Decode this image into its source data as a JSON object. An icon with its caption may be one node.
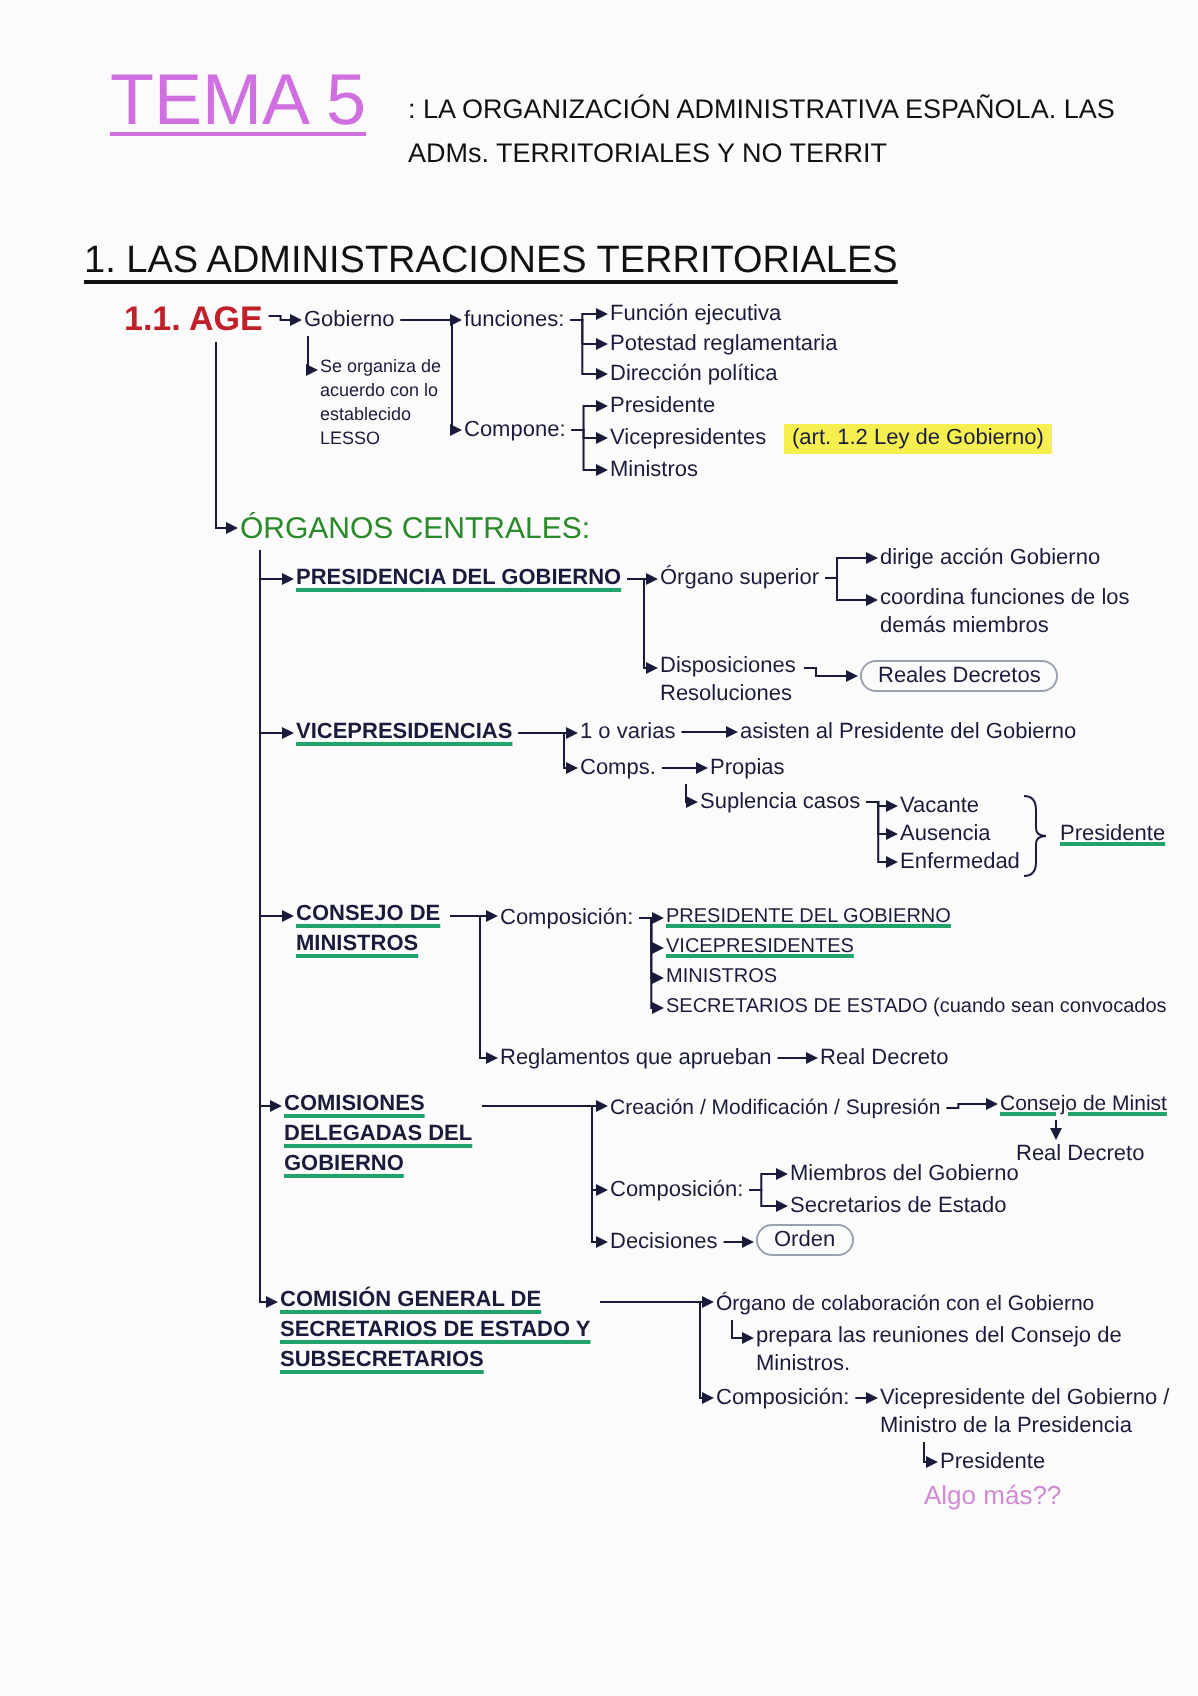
{
  "diagram": {
    "title": "TEMA 5",
    "nodes": [
      {
        "text": [
          "1.1. AGE"
        ]
      },
      {
        "text": [
          "Gobierno"
        ]
      },
      {
        "text": [
          "Se organiza de acuerdo con lo establecido LESSO"
        ]
      },
      {
        "text": [
          "funciones:"
        ]
      },
      {
        "text": [
          "Función ejecutiva"
        ]
      },
      {
        "text": [
          "Potestad reglamentaria"
        ]
      },
      {
        "text": [
          "Dirección política"
        ]
      },
      {
        "text": [
          "Compone:"
        ]
      },
      {
        "text": [
          "Presidente"
        ]
      },
      {
        "text": [
          "Vicepresidentes"
        ]
      },
      {
        "text": [
          "Ministros"
        ]
      },
      {
        "text": [
          "ÓRGANOS CENTRALES:"
        ]
      },
      {
        "text": [
          "PRESIDENCIA DEL GOBIERNO"
        ]
      },
      {
        "text": [
          "Órgano superior"
        ]
      },
      {
        "text": [
          "dirige acción Gobierno"
        ]
      },
      {
        "text": [
          "coordina funciones de los demás miembros"
        ]
      },
      {
        "text": [
          "Disposiciones Resoluciones"
        ]
      },
      {
        "text": [
          "Reales Decretos"
        ]
      },
      {
        "text": [
          "VICEPRESIDENCIAS"
        ]
      },
      {
        "text": [
          "1 o varias"
        ]
      },
      {
        "text": [
          "asisten al Presidente del Gobierno"
        ]
      },
      {
        "text": [
          "Comps."
        ]
      },
      {
        "text": [
          "Propias"
        ]
      },
      {
        "text": [
          "Suplencia casos"
        ]
      },
      {
        "text": [
          "Vacante"
        ]
      },
      {
        "text": [
          "Ausencia"
        ]
      },
      {
        "text": [
          "Enfermedad"
        ]
      },
      {
        "text": [
          "Presidente"
        ]
      },
      {
        "text": [
          "CONSEJO DE MINISTROS"
        ]
      },
      {
        "text": [
          "Composición:"
        ]
      },
      {
        "text": [
          "PRESIDENTE DEL GOBIERNO"
        ]
      },
      {
        "text": [
          "VICEPRESIDENTES"
        ]
      },
      {
        "text": [
          "MINISTROS"
        ]
      },
      {
        "text": [
          "SECRETARIOS DE ESTADO (cuando sean convocados"
        ]
      },
      {
        "text": [
          "Reglamentos que aprueban"
        ]
      },
      {
        "text": [
          "Real Decreto"
        ]
      },
      {
        "text": [
          "COMISIONES DELEGADAS DEL GOBIERNO"
        ]
      },
      {
        "text": [
          "Creación / Modificación / Supresión"
        ]
      },
      {
        "text": [
          "Consejo de Minist"
        ]
      },
      {
        "text": [
          "Real Decreto"
        ]
      },
      {
        "text": [
          "Composición:"
        ]
      },
      {
        "text": [
          "Miembros del Gobierno"
        ]
      },
      {
        "text": [
          "Secretarios de Estado"
        ]
      },
      {
        "text": [
          "Decisiones"
        ]
      },
      {
        "text": [
          "Orden"
        ]
      },
      {
        "text": [
          "COMISIÓN GENERAL DE SECRETARIOS DE ESTADO Y SUBSECRETARIOS"
        ]
      },
      {
        "text": [
          "Órgano de colaboración con el Gobierno"
        ]
      },
      {
        "text": [
          "prepara las reuniones del Consejo de Ministros."
        ]
      },
      {
        "text": [
          "Composición:"
        ]
      },
      {
        "text": [
          "Vicepresidente del Gobierno / Ministro de la Presidencia"
        ]
      },
      {
        "text": [
          "Presidente"
        ]
      }
    ],
    "edges": [
      {
        "from": 0,
        "to": 1,
        "arrow": "to"
      },
      {
        "from": 1,
        "to": 2,
        "arrow": "to"
      },
      {
        "from": 1,
        "to": 3,
        "arrow": "to"
      },
      {
        "from": 1,
        "to": 7,
        "arrow": "to"
      },
      {
        "from": 3,
        "to": 4,
        "arrow": "to"
      },
      {
        "from": 3,
        "to": 5,
        "arrow": "to"
      },
      {
        "from": 3,
        "to": 6,
        "arrow": "to"
      },
      {
        "from": 7,
        "to": 8,
        "arrow": "to"
      },
      {
        "from": 7,
        "to": 9,
        "arrow": "to"
      },
      {
        "from": 7,
        "to": 10,
        "arrow": "to"
      },
      {
        "from": 0,
        "to": 11,
        "arrow": "to"
      },
      {
        "from": 11,
        "to": 12,
        "arrow": "to"
      },
      {
        "from": 11,
        "to": 18,
        "arrow": "to"
      },
      {
        "from": 11,
        "to": 28,
        "arrow": "to"
      },
      {
        "from": 11,
        "to": 36,
        "arrow": "to"
      },
      {
        "from": 11,
        "to": 45,
        "arrow": "to"
      },
      {
        "from": 12,
        "to": 13,
        "arrow": "to"
      },
      {
        "from": 12,
        "to": 16,
        "arrow": "to"
      },
      {
        "from": 13,
        "to": 14,
        "arrow": "to"
      },
      {
        "from": 13,
        "to": 15,
        "arrow": "to"
      },
      {
        "from": 16,
        "to": 17,
        "arrow": "to"
      },
      {
        "from": 18,
        "to": 19,
        "arrow": "to"
      },
      {
        "from": 18,
        "to": 21,
        "arrow": "to"
      },
      {
        "from": 19,
        "to": 20,
        "arrow": "to"
      },
      {
        "from": 21,
        "to": 22,
        "arrow": "to"
      },
      {
        "from": 21,
        "to": 23,
        "arrow": "to"
      },
      {
        "from": 23,
        "to": 24,
        "arrow": "to"
      },
      {
        "from": 23,
        "to": 25,
        "arrow": "to"
      },
      {
        "from": 23,
        "to": 26,
        "arrow": "to"
      },
      {
        "from": 28,
        "to": 29,
        "arrow": "to"
      },
      {
        "from": 28,
        "to": 34,
        "arrow": "to"
      },
      {
        "from": 29,
        "to": 30,
        "arrow": "to"
      },
      {
        "from": 29,
        "to": 31,
        "arrow": "to"
      },
      {
        "from": 29,
        "to": 32,
        "arrow": "to"
      },
      {
        "from": 29,
        "to": 33,
        "arrow": "to"
      },
      {
        "from": 34,
        "to": 35,
        "arrow": "to"
      },
      {
        "from": 36,
        "to": 37,
        "arrow": "to"
      },
      {
        "from": 36,
        "to": 40,
        "arrow": "to"
      },
      {
        "from": 36,
        "to": 43,
        "arrow": "to"
      },
      {
        "from": 37,
        "to": 38,
        "arrow": "to"
      },
      {
        "from": 38,
        "to": 39,
        "arrow": "to"
      },
      {
        "from": 40,
        "to": 41,
        "arrow": "to"
      },
      {
        "from": 40,
        "to": 42,
        "arrow": "to"
      },
      {
        "from": 43,
        "to": 44,
        "arrow": "to"
      },
      {
        "from": 45,
        "to": 46,
        "arrow": "to"
      },
      {
        "from": 45,
        "to": 48,
        "arrow": "to"
      },
      {
        "from": 46,
        "to": 47,
        "arrow": "to"
      },
      {
        "from": 48,
        "to": 49,
        "arrow": "to"
      },
      {
        "from": 49,
        "to": 50,
        "arrow": "to"
      }
    ],
    "labels": [
      ": LA ORGANIZACIÓN ADMINISTRATIVA ESPAÑOLA. LAS ADMs. TERRITORIALES Y NO TERRIT",
      "1. LAS ADMINISTRACIONES TERRITORIALES",
      "(art. 1.2 Ley de Gobierno)",
      "Algo más??"
    ]
  }
}
